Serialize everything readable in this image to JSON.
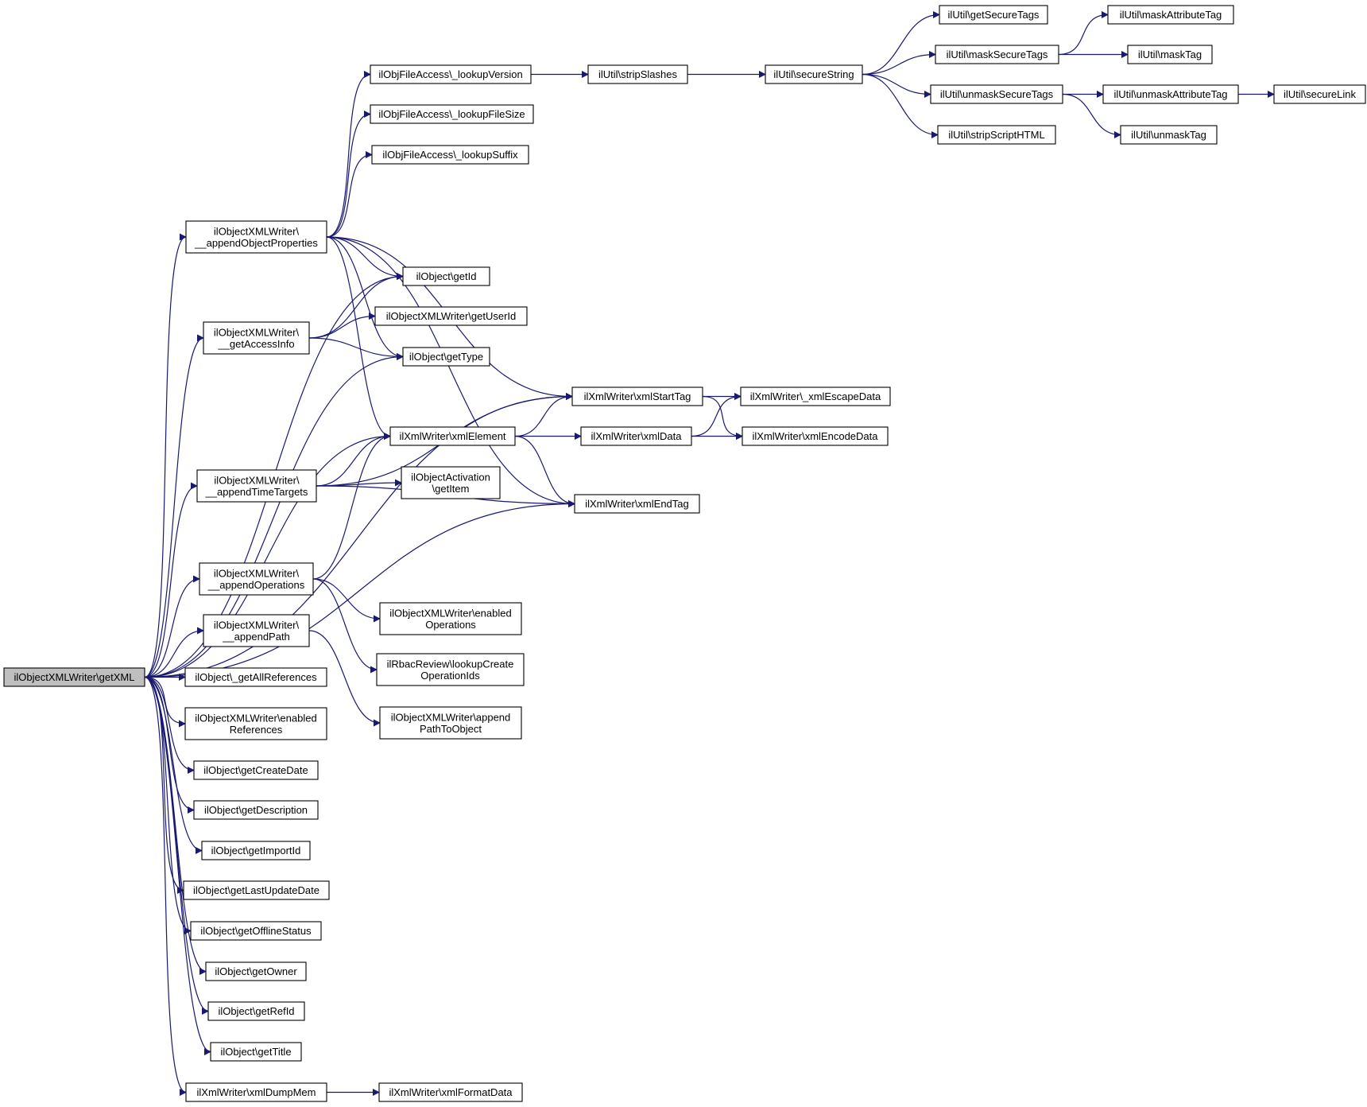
{
  "nodes": {
    "getXML": {
      "lines": [
        "ilObjectXMLWriter\\getXML"
      ],
      "root": true
    },
    "appendObjectProperties": {
      "lines": [
        "ilObjectXMLWriter\\",
        "__appendObjectProperties"
      ]
    },
    "getAccessInfo": {
      "lines": [
        "ilObjectXMLWriter\\",
        "__getAccessInfo"
      ]
    },
    "appendTimeTargets": {
      "lines": [
        "ilObjectXMLWriter\\",
        "__appendTimeTargets"
      ]
    },
    "appendOperations": {
      "lines": [
        "ilObjectXMLWriter\\",
        "__appendOperations"
      ]
    },
    "appendPath": {
      "lines": [
        "ilObjectXMLWriter\\",
        "__appendPath"
      ]
    },
    "getAllReferences": {
      "lines": [
        "ilObject\\_getAllReferences"
      ]
    },
    "enabledReferences": {
      "lines": [
        "ilObjectXMLWriter\\enabled",
        "References"
      ]
    },
    "getCreateDate": {
      "lines": [
        "ilObject\\getCreateDate"
      ]
    },
    "getDescription": {
      "lines": [
        "ilObject\\getDescription"
      ]
    },
    "getImportId": {
      "lines": [
        "ilObject\\getImportId"
      ]
    },
    "getLastUpdateDate": {
      "lines": [
        "ilObject\\getLastUpdateDate"
      ]
    },
    "getOfflineStatus": {
      "lines": [
        "ilObject\\getOfflineStatus"
      ]
    },
    "getOwner": {
      "lines": [
        "ilObject\\getOwner"
      ]
    },
    "getRefId": {
      "lines": [
        "ilObject\\getRefId"
      ]
    },
    "getTitle": {
      "lines": [
        "ilObject\\getTitle"
      ]
    },
    "xmlDumpMem": {
      "lines": [
        "ilXmlWriter\\xmlDumpMem"
      ]
    },
    "lookupVersion": {
      "lines": [
        "ilObjFileAccess\\_lookupVersion"
      ]
    },
    "lookupFileSize": {
      "lines": [
        "ilObjFileAccess\\_lookupFileSize"
      ]
    },
    "lookupSuffix": {
      "lines": [
        "ilObjFileAccess\\_lookupSuffix"
      ]
    },
    "getId": {
      "lines": [
        "ilObject\\getId"
      ]
    },
    "getUserId": {
      "lines": [
        "ilObjectXMLWriter\\getUserId"
      ]
    },
    "getType": {
      "lines": [
        "ilObject\\getType"
      ]
    },
    "xmlElement": {
      "lines": [
        "ilXmlWriter\\xmlElement"
      ]
    },
    "activationGetItem": {
      "lines": [
        "ilObjectActivation",
        "\\getItem"
      ]
    },
    "enabledOperations": {
      "lines": [
        "ilObjectXMLWriter\\enabled",
        "Operations"
      ]
    },
    "lookupCreateOperationIds": {
      "lines": [
        "ilRbacReview\\lookupCreate",
        "OperationIds"
      ]
    },
    "appendPathToObject": {
      "lines": [
        "ilObjectXMLWriter\\append",
        "PathToObject"
      ]
    },
    "xmlFormatData": {
      "lines": [
        "ilXmlWriter\\xmlFormatData"
      ]
    },
    "stripSlashes": {
      "lines": [
        "ilUtil\\stripSlashes"
      ]
    },
    "xmlStartTag": {
      "lines": [
        "ilXmlWriter\\xmlStartTag"
      ]
    },
    "xmlData": {
      "lines": [
        "ilXmlWriter\\xmlData"
      ]
    },
    "xmlEndTag": {
      "lines": [
        "ilXmlWriter\\xmlEndTag"
      ]
    },
    "secureString": {
      "lines": [
        "ilUtil\\secureString"
      ]
    },
    "xmlEscapeData": {
      "lines": [
        "ilXmlWriter\\_xmlEscapeData"
      ]
    },
    "xmlEncodeData": {
      "lines": [
        "ilXmlWriter\\xmlEncodeData"
      ]
    },
    "getSecureTags": {
      "lines": [
        "ilUtil\\getSecureTags"
      ]
    },
    "maskSecureTags": {
      "lines": [
        "ilUtil\\maskSecureTags"
      ]
    },
    "unmaskSecureTags": {
      "lines": [
        "ilUtil\\unmaskSecureTags"
      ]
    },
    "stripScriptHTML": {
      "lines": [
        "ilUtil\\stripScriptHTML"
      ]
    },
    "maskAttributeTag": {
      "lines": [
        "ilUtil\\maskAttributeTag"
      ]
    },
    "maskTag": {
      "lines": [
        "ilUtil\\maskTag"
      ]
    },
    "unmaskAttributeTag": {
      "lines": [
        "ilUtil\\unmaskAttributeTag"
      ]
    },
    "unmaskTag": {
      "lines": [
        "ilUtil\\unmaskTag"
      ]
    },
    "secureLink": {
      "lines": [
        "ilUtil\\secureLink"
      ]
    }
  },
  "edges": [
    [
      "getXML",
      "appendObjectProperties"
    ],
    [
      "getXML",
      "getAccessInfo"
    ],
    [
      "getXML",
      "appendTimeTargets"
    ],
    [
      "getXML",
      "appendOperations"
    ],
    [
      "getXML",
      "appendPath"
    ],
    [
      "getXML",
      "getAllReferences"
    ],
    [
      "getXML",
      "enabledReferences"
    ],
    [
      "getXML",
      "getCreateDate"
    ],
    [
      "getXML",
      "getDescription"
    ],
    [
      "getXML",
      "getImportId"
    ],
    [
      "getXML",
      "getLastUpdateDate"
    ],
    [
      "getXML",
      "getOfflineStatus"
    ],
    [
      "getXML",
      "getOwner"
    ],
    [
      "getXML",
      "getRefId"
    ],
    [
      "getXML",
      "getTitle"
    ],
    [
      "getXML",
      "xmlDumpMem"
    ],
    [
      "getXML",
      "getId"
    ],
    [
      "getXML",
      "getType"
    ],
    [
      "getXML",
      "xmlElement"
    ],
    [
      "getXML",
      "xmlStartTag"
    ],
    [
      "getXML",
      "xmlEndTag"
    ],
    [
      "appendObjectProperties",
      "lookupVersion"
    ],
    [
      "appendObjectProperties",
      "lookupFileSize"
    ],
    [
      "appendObjectProperties",
      "lookupSuffix"
    ],
    [
      "appendObjectProperties",
      "getId"
    ],
    [
      "appendObjectProperties",
      "getType"
    ],
    [
      "appendObjectProperties",
      "xmlElement"
    ],
    [
      "appendObjectProperties",
      "xmlStartTag"
    ],
    [
      "appendObjectProperties",
      "xmlEndTag"
    ],
    [
      "getAccessInfo",
      "getId"
    ],
    [
      "getAccessInfo",
      "getUserId"
    ],
    [
      "getAccessInfo",
      "getType"
    ],
    [
      "appendTimeTargets",
      "xmlElement"
    ],
    [
      "appendTimeTargets",
      "activationGetItem"
    ],
    [
      "appendTimeTargets",
      "xmlStartTag"
    ],
    [
      "appendTimeTargets",
      "xmlEndTag"
    ],
    [
      "appendOperations",
      "xmlElement"
    ],
    [
      "appendOperations",
      "enabledOperations"
    ],
    [
      "appendOperations",
      "lookupCreateOperationIds"
    ],
    [
      "appendPath",
      "appendPathToObject"
    ],
    [
      "xmlDumpMem",
      "xmlFormatData"
    ],
    [
      "lookupVersion",
      "stripSlashes"
    ],
    [
      "stripSlashes",
      "secureString"
    ],
    [
      "secureString",
      "getSecureTags"
    ],
    [
      "secureString",
      "maskSecureTags"
    ],
    [
      "secureString",
      "unmaskSecureTags"
    ],
    [
      "secureString",
      "stripScriptHTML"
    ],
    [
      "maskSecureTags",
      "maskAttributeTag"
    ],
    [
      "maskSecureTags",
      "maskTag"
    ],
    [
      "unmaskSecureTags",
      "unmaskAttributeTag"
    ],
    [
      "unmaskSecureTags",
      "unmaskTag"
    ],
    [
      "unmaskAttributeTag",
      "secureLink"
    ],
    [
      "xmlElement",
      "xmlStartTag"
    ],
    [
      "xmlElement",
      "xmlData"
    ],
    [
      "xmlElement",
      "xmlEndTag"
    ],
    [
      "xmlStartTag",
      "xmlEscapeData"
    ],
    [
      "xmlStartTag",
      "xmlEncodeData"
    ],
    [
      "xmlData",
      "xmlEscapeData"
    ],
    [
      "xmlData",
      "xmlEncodeData"
    ]
  ]
}
